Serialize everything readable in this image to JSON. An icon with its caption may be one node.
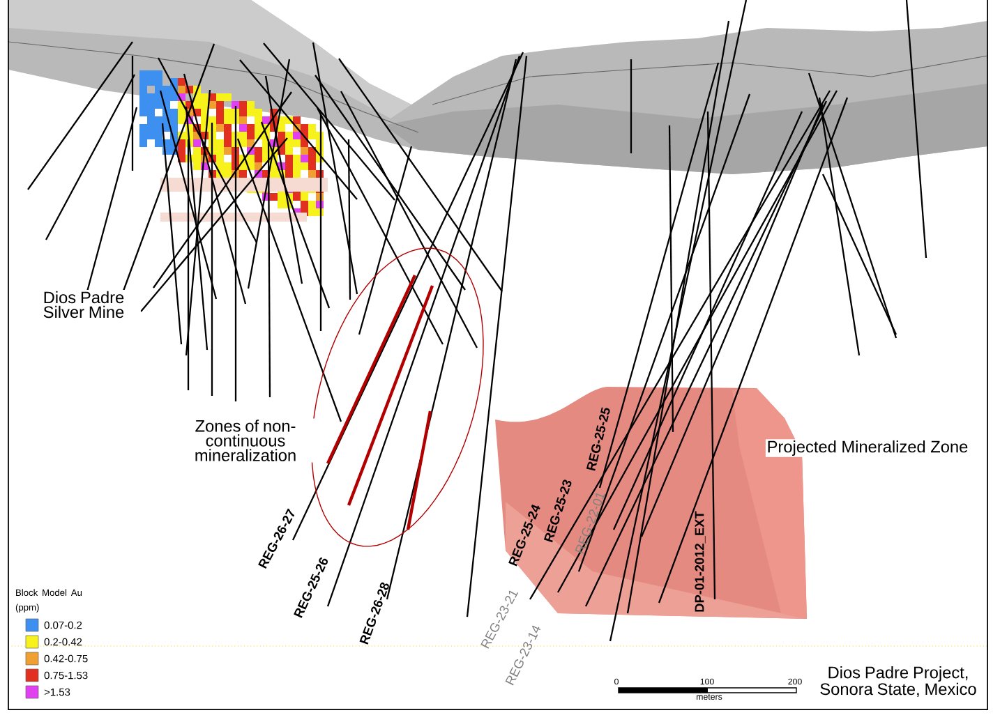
{
  "diagram": {
    "labels": [
      "Dios Padre Silver Mine",
      "Zones of non-continuous mineralization",
      "Projected Mineralized Zone",
      "REG-25-25",
      "REG-25-23",
      "REG-25-24",
      "REG-22-01",
      "REG-26-27",
      "DP-01-2012_EXT",
      "REG-25-26",
      "REG-23-21",
      "REG-26-28",
      "Block Model Au (ppm)",
      "REG-23-14",
      "0",
      "100",
      "200",
      "meters",
      "Dios Padre Project, Sonora State, Mexico"
    ],
    "legend": [
      {
        "text": "0.07-0.2",
        "color": "#3d8ff0"
      },
      {
        "text": "0.2-0.42",
        "color": "#f7f21c"
      },
      {
        "text": "0.42-0.75",
        "color": "#f0a030"
      },
      {
        "text": "0.75-1.53",
        "color": "#e23020"
      },
      {
        "text": ">1.53",
        "color": "#e040f0"
      }
    ]
  }
}
